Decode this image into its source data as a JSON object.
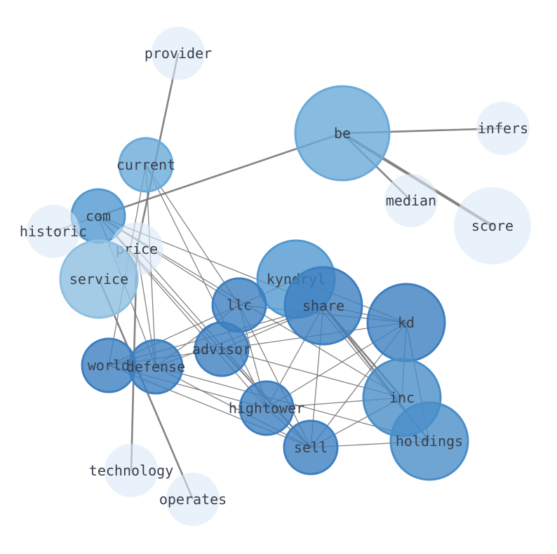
{
  "graph": {
    "nodes": [
      {
        "id": "provider",
        "label": "provider",
        "tone": "light"
      },
      {
        "id": "be",
        "label": "be",
        "tone": "mid"
      },
      {
        "id": "infers",
        "label": "infers",
        "tone": "light"
      },
      {
        "id": "current",
        "label": "current",
        "tone": "mid"
      },
      {
        "id": "median",
        "label": "median",
        "tone": "light"
      },
      {
        "id": "score",
        "label": "score",
        "tone": "light"
      },
      {
        "id": "com",
        "label": "com",
        "tone": "mid2"
      },
      {
        "id": "historic",
        "label": "historic",
        "tone": "light"
      },
      {
        "id": "price",
        "label": "price",
        "tone": "light"
      },
      {
        "id": "service",
        "label": "service",
        "tone": "pale"
      },
      {
        "id": "kyndryl",
        "label": "kyndryl",
        "tone": "mid2"
      },
      {
        "id": "share",
        "label": "share",
        "tone": "dark"
      },
      {
        "id": "llc",
        "label": "llc",
        "tone": "dark"
      },
      {
        "id": "kd",
        "label": "kd",
        "tone": "dark"
      },
      {
        "id": "advisor",
        "label": "advisor",
        "tone": "dark"
      },
      {
        "id": "world",
        "label": "world",
        "tone": "dark"
      },
      {
        "id": "defense",
        "label": "defense",
        "tone": "dark"
      },
      {
        "id": "inc",
        "label": "inc",
        "tone": "dark2"
      },
      {
        "id": "hightower",
        "label": "hightower",
        "tone": "dark"
      },
      {
        "id": "holdings",
        "label": "holdings",
        "tone": "dark2"
      },
      {
        "id": "sell",
        "label": "sell",
        "tone": "dark"
      },
      {
        "id": "technology",
        "label": "technology",
        "tone": "light"
      },
      {
        "id": "operates",
        "label": "operates",
        "tone": "light"
      }
    ],
    "edges": [
      [
        "be",
        "infers",
        "thick"
      ],
      [
        "be",
        "median",
        "thick"
      ],
      [
        "be",
        "score",
        "heavy"
      ],
      [
        "be",
        "com",
        "thick"
      ],
      [
        "provider",
        "price",
        "thick"
      ],
      [
        "price",
        "technology",
        "thick"
      ],
      [
        "service",
        "operates",
        "thick"
      ],
      [
        "com",
        "historic",
        "thin"
      ],
      [
        "com",
        "llc",
        "thin"
      ],
      [
        "com",
        "share",
        "thin"
      ],
      [
        "com",
        "inc",
        "thin"
      ],
      [
        "com",
        "sell",
        "thin"
      ],
      [
        "com",
        "defense",
        "thin"
      ],
      [
        "com",
        "hightower",
        "thin"
      ],
      [
        "current",
        "llc",
        "thin"
      ],
      [
        "current",
        "defense",
        "thin"
      ],
      [
        "current",
        "hightower",
        "thin"
      ],
      [
        "current",
        "world",
        "thin"
      ],
      [
        "price",
        "defense",
        "thin"
      ],
      [
        "price",
        "sell",
        "thin"
      ],
      [
        "kyndryl",
        "kd",
        "thin"
      ],
      [
        "kyndryl",
        "holdings",
        "thin"
      ],
      [
        "kyndryl",
        "world",
        "thin"
      ],
      [
        "share",
        "kd",
        "thin"
      ],
      [
        "share",
        "inc",
        "thick"
      ],
      [
        "share",
        "holdings",
        "thick"
      ],
      [
        "share",
        "sell",
        "thin"
      ],
      [
        "share",
        "hightower",
        "thin"
      ],
      [
        "share",
        "defense",
        "thin"
      ],
      [
        "share",
        "world",
        "thin"
      ],
      [
        "share",
        "advisor",
        "thin"
      ],
      [
        "llc",
        "kd",
        "thin"
      ],
      [
        "llc",
        "sell",
        "thin"
      ],
      [
        "llc",
        "hightower",
        "thin"
      ],
      [
        "llc",
        "defense",
        "thin"
      ],
      [
        "kd",
        "advisor",
        "thin"
      ],
      [
        "kd",
        "sell",
        "thin"
      ],
      [
        "kd",
        "hightower",
        "thin"
      ],
      [
        "kd",
        "holdings",
        "thin"
      ],
      [
        "kd",
        "inc",
        "thin"
      ],
      [
        "advisor",
        "world",
        "thin"
      ],
      [
        "advisor",
        "sell",
        "thin"
      ],
      [
        "advisor",
        "inc",
        "thin"
      ],
      [
        "world",
        "hightower",
        "thin"
      ],
      [
        "world",
        "sell",
        "thin"
      ],
      [
        "defense",
        "holdings",
        "thin"
      ],
      [
        "defense",
        "sell",
        "thin"
      ],
      [
        "inc",
        "sell",
        "thin"
      ],
      [
        "inc",
        "hightower",
        "thin"
      ],
      [
        "hightower",
        "sell",
        "thin"
      ],
      [
        "sell",
        "holdings",
        "thin"
      ]
    ],
    "colors": {
      "light": "#dbe7f7",
      "pale": "#8ebfe0",
      "mid": "#6aaad8",
      "mid2": "#5198cf",
      "dark": "#3d7fc0",
      "dark2": "#4a8ec8",
      "edge": "#777777"
    }
  }
}
